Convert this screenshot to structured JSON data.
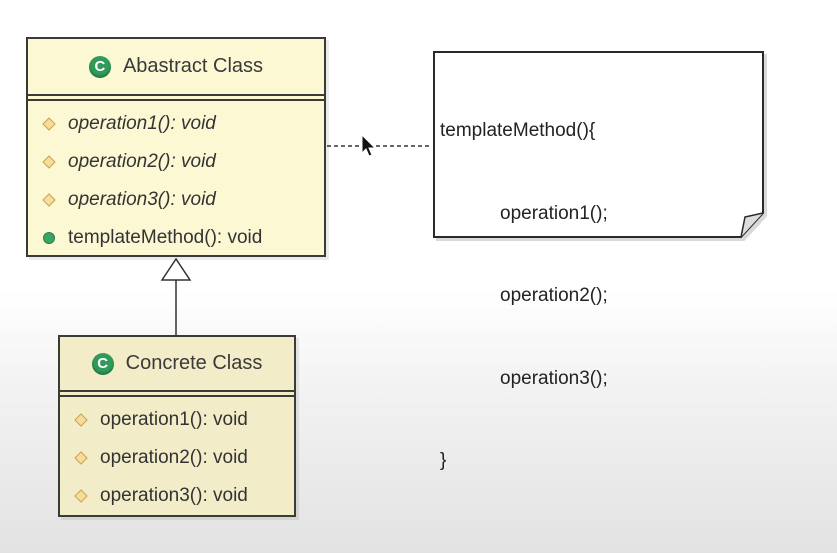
{
  "abstract_class": {
    "name": "Abastract Class",
    "icon": "class-c-icon",
    "icon_letter": "C",
    "members": [
      {
        "text": "operation1(): void",
        "abstract": true,
        "marker": "protected-diamond-icon"
      },
      {
        "text": "operation2(): void",
        "abstract": true,
        "marker": "protected-diamond-icon"
      },
      {
        "text": "operation3(): void",
        "abstract": true,
        "marker": "protected-diamond-icon"
      },
      {
        "text": "templateMethod(): void",
        "abstract": false,
        "marker": "public-circle-icon"
      }
    ]
  },
  "concrete_class": {
    "name": "Concrete Class",
    "icon": "class-c-icon",
    "icon_letter": "C",
    "members": [
      {
        "text": "operation1(): void",
        "marker": "protected-diamond-icon"
      },
      {
        "text": "operation2(): void",
        "marker": "protected-diamond-icon"
      },
      {
        "text": "operation3(): void",
        "marker": "protected-diamond-icon"
      }
    ]
  },
  "note": {
    "lines": [
      "templateMethod(){",
      "operation1();",
      "operation2();",
      "operation3();",
      "}"
    ]
  },
  "relations": {
    "inheritance": "Concrete Class extends Abastract Class",
    "note_link": "dashed"
  },
  "colors": {
    "class_fill": "#fcf8d4",
    "class_border": "#3a3a36",
    "icon_green": "#2f9a59",
    "diamond": "#e8c26a"
  }
}
